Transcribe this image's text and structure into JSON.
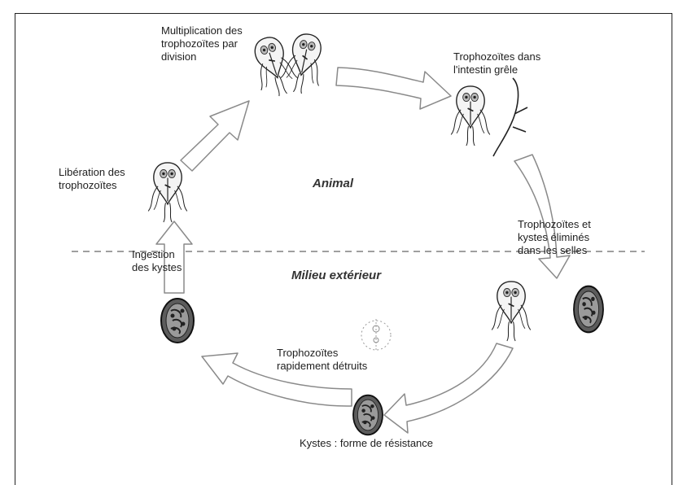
{
  "zones": {
    "top": "Animal",
    "bottom": "Milieu extérieur"
  },
  "stages": {
    "multiplication": "Multiplication des\ntrophozoïtes par\ndivision",
    "intestin": "Trophozoïtes dans\nl'intestin grêle",
    "elimination": "Trophozoïtes et\nkystes éliminés\ndans les selles",
    "kystes": "Kystes : forme de résistance",
    "detruits": "Trophozoïtes\nrapidement détruits",
    "ingestion": "Ingestion\ndes kystes",
    "liberation": "Libération des\ntrophozoïtes"
  }
}
